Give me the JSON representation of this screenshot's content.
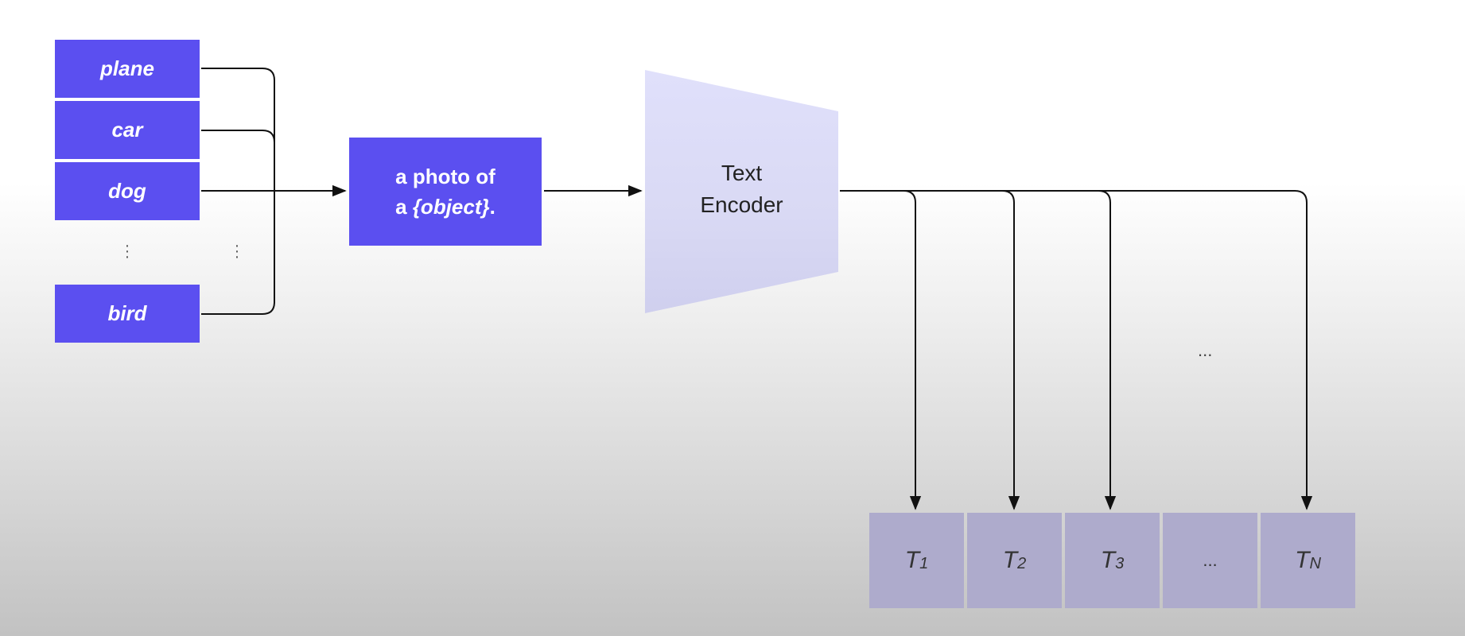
{
  "classes": [
    "plane",
    "car",
    "dog",
    "bird"
  ],
  "prompt": {
    "line1": "a photo of",
    "line2_prefix": "a ",
    "line2_object": "{object}",
    "line2_suffix": "."
  },
  "encoder": {
    "line1": "Text",
    "line2": "Encoder"
  },
  "outputs": [
    {
      "base": "T",
      "sub": "1"
    },
    {
      "base": "T",
      "sub": "2"
    },
    {
      "base": "T",
      "sub": "3"
    },
    {
      "base": "...",
      "sub": ""
    },
    {
      "base": "T",
      "sub": "N"
    }
  ],
  "mid_ellipsis": "...",
  "colors": {
    "label_fill": "#5b4ff0",
    "encoder_fill": "#dcdcf7",
    "output_fill": "#aeabcc",
    "line": "#111111"
  }
}
